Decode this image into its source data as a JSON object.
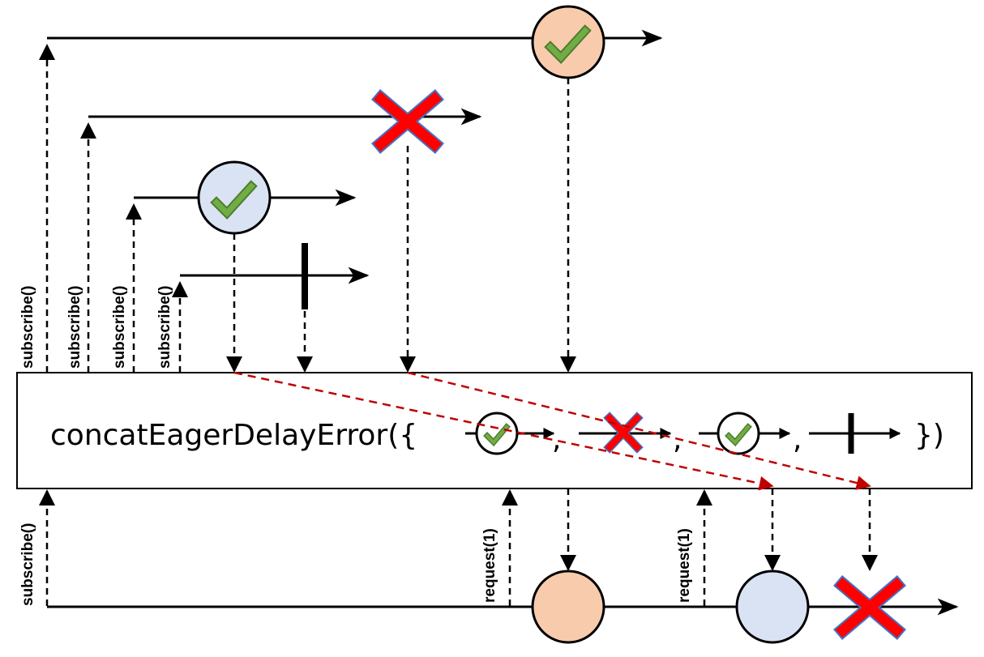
{
  "operator": {
    "prefix": "concatEagerDelayError({",
    "separator": ",",
    "suffix": "})"
  },
  "labels": {
    "subscribe": "subscribe()",
    "request": "request(1)"
  },
  "sources": [
    {
      "event": "item-success",
      "color": "#f8cbad"
    },
    {
      "event": "error"
    },
    {
      "event": "item-success",
      "color": "#dae3f3"
    },
    {
      "event": "completion"
    }
  ],
  "output": [
    {
      "event": "item",
      "color": "#f8cbad"
    },
    {
      "event": "item",
      "color": "#dae3f3"
    },
    {
      "event": "error"
    }
  ],
  "colors": {
    "line": "#000000",
    "delay_arrow": "#c00000",
    "check": "#70ad47",
    "cross": "#ff0000",
    "cross_outline": "#4472c4"
  },
  "icons": [
    "check-icon",
    "cross-icon"
  ]
}
